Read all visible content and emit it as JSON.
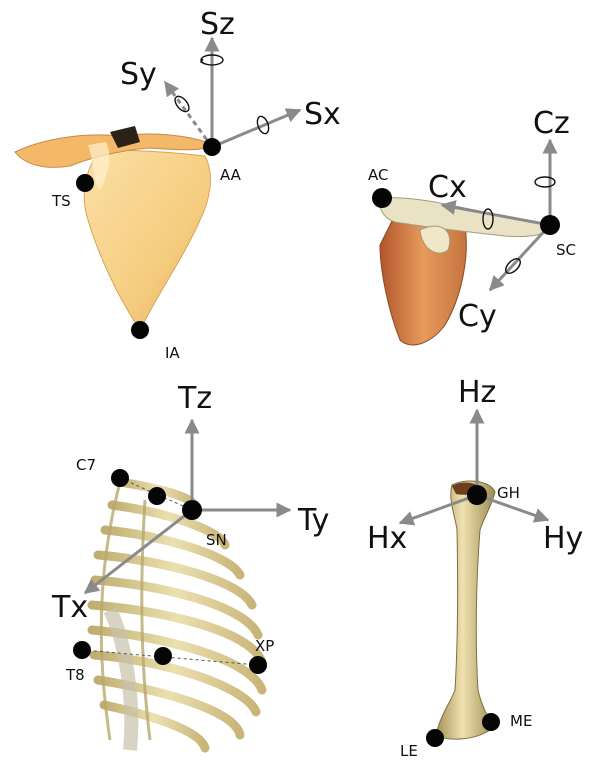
{
  "panels": {
    "scapula": {
      "axes": {
        "z": "Sz",
        "y": "Sy",
        "x": "Sx"
      },
      "landmarks": {
        "aa": "AA",
        "ts": "TS",
        "ia": "IA"
      }
    },
    "clavicle": {
      "axes": {
        "z": "Cz",
        "x": "Cx",
        "y": "Cy"
      },
      "landmarks": {
        "ac": "AC",
        "sc": "SC"
      }
    },
    "thorax": {
      "axes": {
        "z": "Tz",
        "y": "Ty",
        "x": "Tx"
      },
      "landmarks": {
        "c7": "C7",
        "sn": "SN",
        "t8": "T8",
        "xp": "XP"
      }
    },
    "humerus": {
      "axes": {
        "z": "Hz",
        "x": "Hx",
        "y": "Hy"
      },
      "landmarks": {
        "gh": "GH",
        "le": "LE",
        "me": "ME"
      }
    }
  },
  "colors": {
    "axis": "#8a8a8a",
    "landmark": "#050505",
    "bone_scapula": "#f7cf82",
    "bone_clavicle": "#d08a50",
    "bone_rib": "#d8c98e",
    "bone_humerus": "#d9c98a"
  }
}
